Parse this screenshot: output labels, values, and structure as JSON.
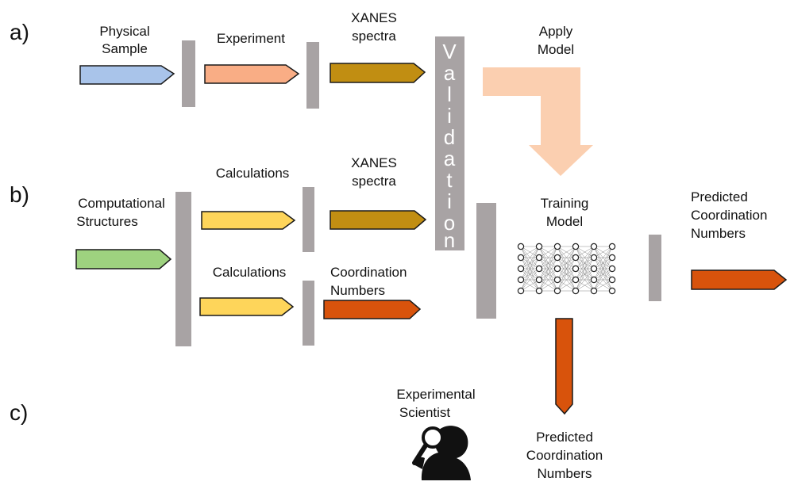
{
  "sections": {
    "a": "a)",
    "b": "b)",
    "c": "c)"
  },
  "labels": {
    "physical_sample_1": "Physical",
    "physical_sample_2": "Sample",
    "experiment": "Experiment",
    "xanes_a_1": "XANES",
    "xanes_a_2": "spectra",
    "apply_model_1": "Apply",
    "apply_model_2": "Model",
    "computational_1": "Computational",
    "computational_2": "Structures",
    "calculations_1": "Calculations",
    "calculations_2": "Calculations",
    "xanes_b_1": "XANES",
    "xanes_b_2": "spectra",
    "coordination_1": "Coordination",
    "coordination_2": "Numbers",
    "training_1": "Training",
    "training_2": "Model",
    "predicted_b_1": "Predicted",
    "predicted_b_2": "Coordination",
    "predicted_b_3": "Numbers",
    "scientist_1": "Experimental",
    "scientist_2": "Scientist",
    "predicted_c_1": "Predicted",
    "predicted_c_2": "Coordination",
    "predicted_c_3": "Numbers"
  },
  "validation": [
    "V",
    "a",
    "l",
    "i",
    "d",
    "a",
    "t",
    "i",
    "o",
    "n"
  ],
  "colors": {
    "physical_sample": "#a9c4ea",
    "experiment": "#f9ad85",
    "xanes": "#c18e12",
    "computational": "#9ed27f",
    "calculations": "#fed55a",
    "coordination": "#d8530c",
    "apply_model_arrow": "#fbcfb0",
    "bar": "#a8a3a4"
  }
}
